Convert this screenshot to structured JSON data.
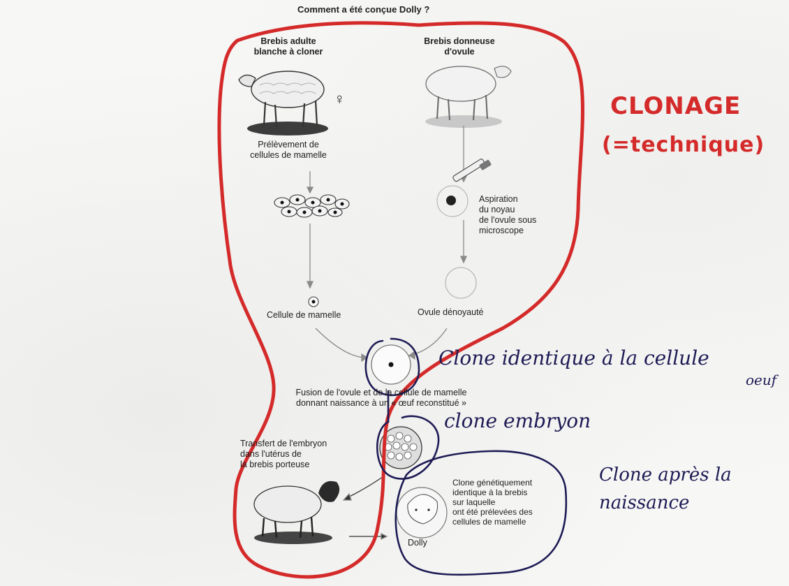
{
  "colors": {
    "red_outline": "#d42a2a",
    "blue_ink": "#1e1b55",
    "print_text": "#1e1e1e"
  },
  "title": "Comment a été conçue Dolly ?",
  "left_column": {
    "sheep_label": "Brebis adulte\nblanche à cloner",
    "female_symbol": "♀",
    "step1": "Prélèvement de\ncellules de mamelle",
    "step2": "Cellule de mamelle"
  },
  "right_column": {
    "sheep_label": "Brebis donneuse\nd'ovule",
    "step1": "Aspiration\ndu noyau\nde l'ovule sous\nmicroscope",
    "step2": "Ovule dénoyauté"
  },
  "fusion": "Fusion de l'ovule et de la cellule de mamelle\ndonnant naissance à un « œuf reconstitué »",
  "transfer": "Transfert de l'embryon\ndans l'utérus de\nla brebis porteuse",
  "clone_description": "Clone génétiquement\nidentique à la brebis\nsur laquelle\nont été prélevées des\ncellules de mamelle",
  "dolly_label": "Dolly",
  "annotations": {
    "clonage_title": "CLONAGE",
    "clonage_subtitle": "(=technique)",
    "clone_cell": "Clone identique à la cellule",
    "clone_cell_suffix": "oeuf",
    "clone_embryo": "clone embryon",
    "clone_birth": "Clone après la\nnaissance"
  }
}
